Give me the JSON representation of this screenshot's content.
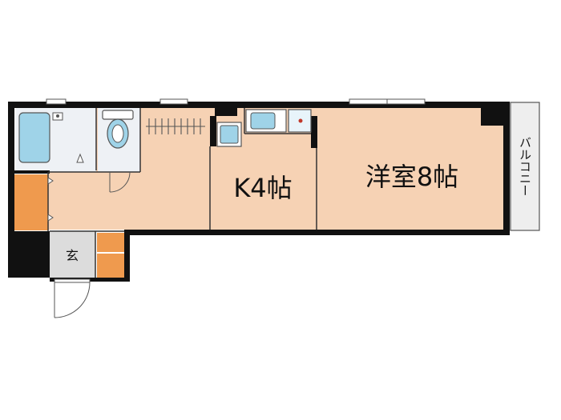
{
  "floorplan": {
    "rooms": {
      "kitchen": {
        "label": "K4帖"
      },
      "western_room": {
        "label": "洋室8帖"
      },
      "entrance": {
        "label": "玄"
      },
      "balcony": {
        "label": "バルコニー"
      }
    },
    "colors": {
      "wall": "#111111",
      "floor_room": "#f6d2b4",
      "floor_wet": "#eef1f5",
      "floor_entrance": "#dcdcdc",
      "storage": "#ef9a4e",
      "fixture_blue": "#9fd3e8",
      "balcony": "#eeeeee",
      "window": "#ffffff"
    },
    "fixtures": [
      "bathtub-icon",
      "toilet-icon",
      "sink-icon",
      "stove-icon",
      "washer-pan-icon",
      "closet-rod-icon",
      "door-swing-icon",
      "window-icon"
    ]
  }
}
